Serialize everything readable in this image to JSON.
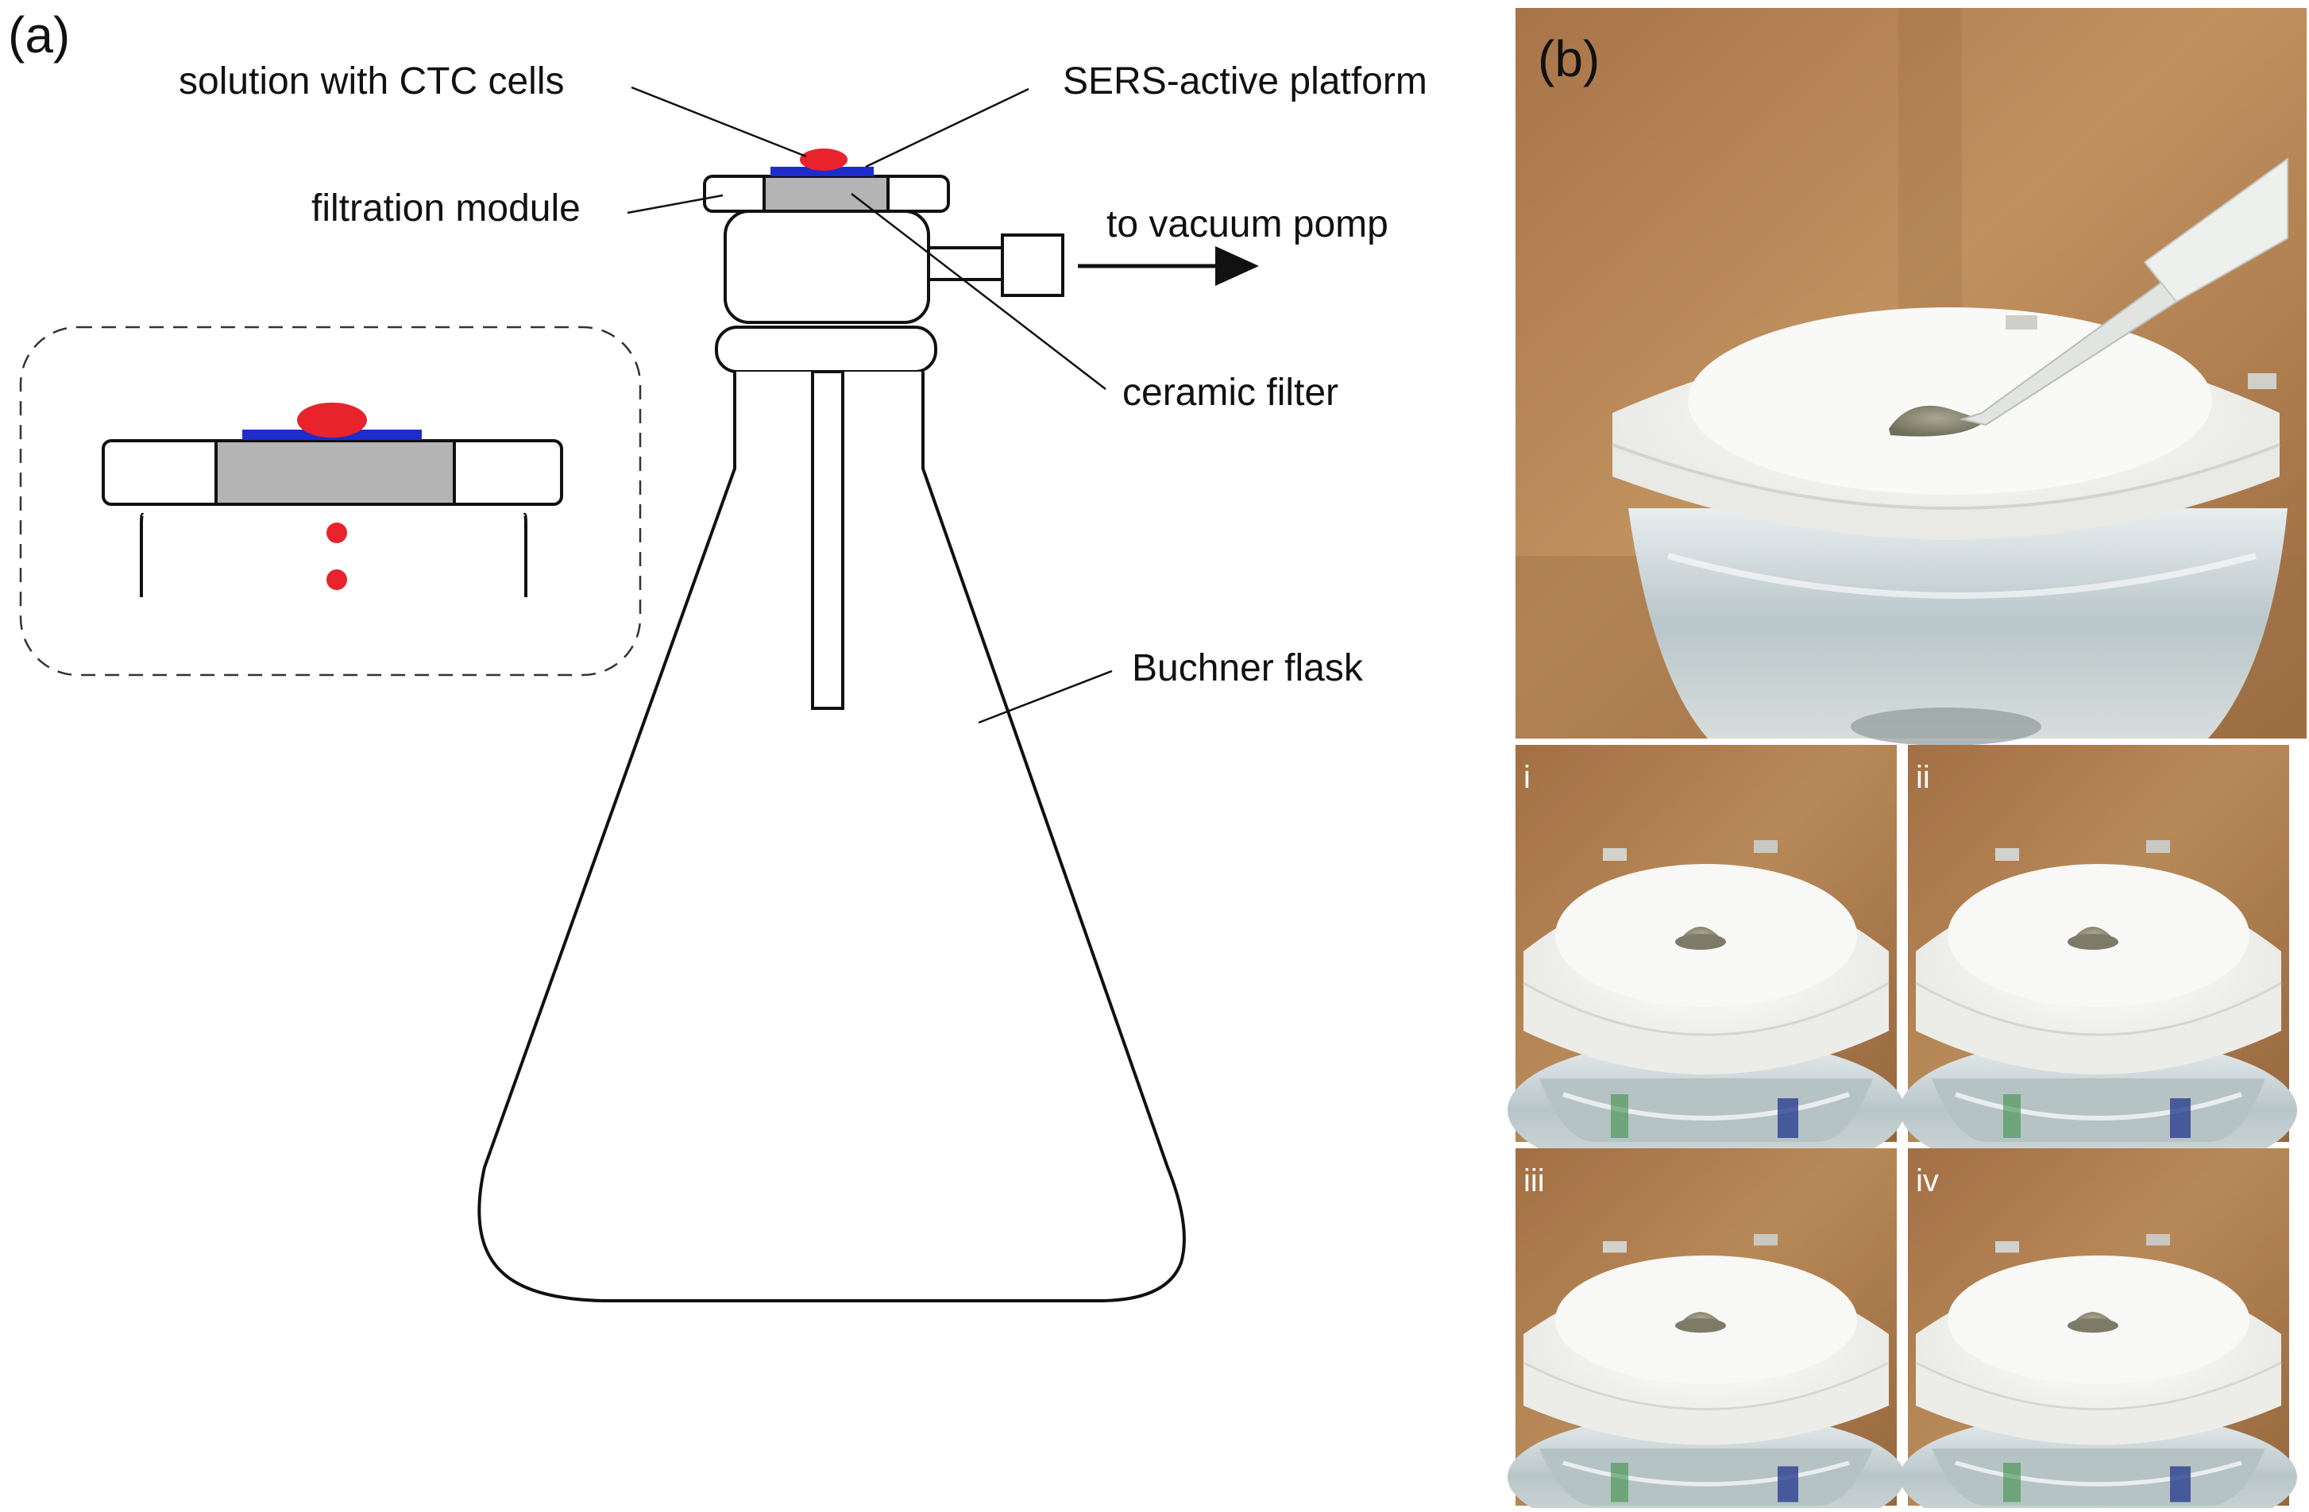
{
  "panels": {
    "a": {
      "label": "(a)"
    },
    "b": {
      "label": "(b)"
    }
  },
  "diagram": {
    "labels": {
      "solution": "solution with CTC cells",
      "sers": "SERS-active platform",
      "filtration": "filtration module",
      "vacuum": "to vacuum pomp",
      "ceramic": "ceramic filter",
      "flask": "Buchner flask"
    },
    "colors": {
      "droplet": "#e8232b",
      "platform": "#1f2ccc",
      "filter": "#b4b4b4",
      "outline": "#111111"
    }
  },
  "photos": {
    "sub_labels": [
      "i",
      "ii",
      "iii",
      "iv"
    ],
    "colors": {
      "wood": "#b88456",
      "wood_dark": "#8d5c33",
      "lid": "#f2f2ef",
      "glass": "#c9d3d4",
      "sample": "#8b8a74"
    }
  }
}
